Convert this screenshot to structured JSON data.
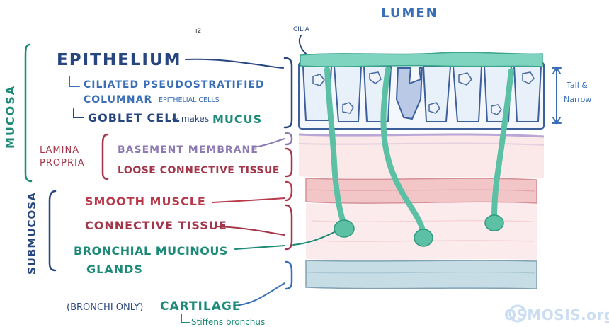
{
  "header": {
    "lumen": "LUMEN",
    "stray_mark": "i2"
  },
  "labels": {
    "cilia": "CILIA",
    "mucosa": "MUCOSA",
    "submucosa": "SUBMUCOSA",
    "epithelium": "EPITHELIUM",
    "ciliated_line1": "CILIATED PSEUDOSTRATIFIED",
    "ciliated_line2_a": "COLUMNAR",
    "ciliated_line2_b": "EPITHELIAL CELLS",
    "goblet": "GOBLET CELL",
    "makes": "~ makes",
    "mucus": "MUCUS",
    "lamina_line1": "LAMINA",
    "lamina_line2": "PROPRIA",
    "basement": "BASEMENT MEMBRANE",
    "loose": "LOOSE CONNECTIVE TISSUE",
    "smooth": "SMOOTH MUSCLE",
    "connective": "CONNECTIVE TISSUE",
    "glands_line1": "BRONCHIAL MUCINOUS",
    "glands_line2": "GLANDS",
    "bronchi_only": "(BRONCHI ONLY)",
    "cartilage": "CARTILAGE",
    "stiffens": "Stiffens bronchus",
    "tall_line1": "Tall &",
    "tall_line2": "Narrow"
  },
  "watermark": {
    "text": "OSMOSIS.org"
  },
  "colors": {
    "navy": "#27457f",
    "teal": "#1d8a78",
    "purple": "#8c78b3",
    "maroon": "#a3364a",
    "red": "#b8394a",
    "blue_line": "#3a6fb7",
    "cilia": "#7fd4bf",
    "cell_fill": "#e8f0fa",
    "goblet_fill": "#b9c9e6",
    "gland": "#5bc0a4",
    "cartilage": "#c6dbe3",
    "muscle": "#f1c4c4",
    "pink": "#fbe6e6"
  }
}
